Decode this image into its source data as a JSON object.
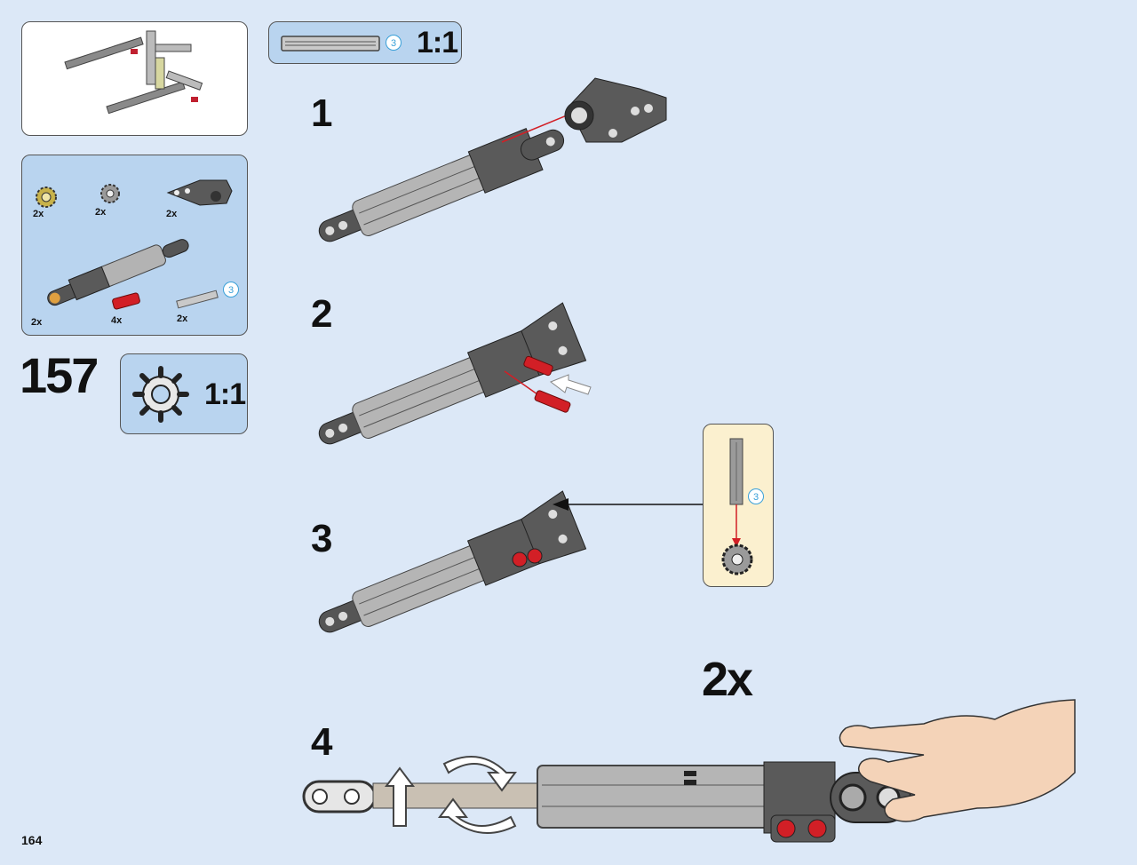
{
  "page": {
    "number": "164"
  },
  "preview": {
    "label": ""
  },
  "parts_list": {
    "items": [
      {
        "qty": "2x",
        "icon": "gear-yellow-icon"
      },
      {
        "qty": "2x",
        "icon": "gear-gray-icon"
      },
      {
        "qty": "2x",
        "icon": "connector-icon"
      },
      {
        "qty": "2x",
        "icon": "shock-absorber-icon"
      },
      {
        "qty": "4x",
        "icon": "red-pin-icon"
      },
      {
        "qty": "2x",
        "icon": "axle-icon"
      }
    ],
    "axle_length": "3"
  },
  "step_main": {
    "number": "157"
  },
  "callout_gear": {
    "scale": "1:1"
  },
  "callout_axle": {
    "scale": "1:1",
    "axle_length": "3"
  },
  "steps": [
    {
      "number": "1"
    },
    {
      "number": "2"
    },
    {
      "number": "3"
    },
    {
      "number": "4"
    }
  ],
  "sub_callout": {
    "axle_length": "3"
  },
  "multiplier": "2x",
  "colors": {
    "background": "#dce8f7",
    "part_dark": "#5a5a5a",
    "part_light": "#b5b5b5",
    "accent_red": "#d21f26",
    "callout_blue": "#b9d4ef",
    "callout_cream": "#fbf0cf"
  }
}
